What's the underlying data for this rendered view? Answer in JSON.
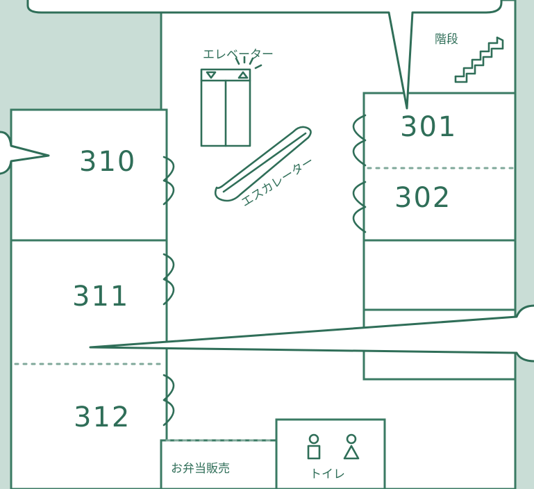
{
  "rooms": {
    "r301": "301",
    "r302": "302",
    "r310": "310",
    "r311": "311",
    "r312": "312"
  },
  "labels": {
    "stairs": "階段",
    "elevator": "エレベーター",
    "escalator": "エスカレーター",
    "bento": "お弁当販売",
    "toilet": "トイレ"
  },
  "colors": {
    "background": "#c9ddd6",
    "ink": "#2f6e58",
    "floor": "#ffffff"
  }
}
